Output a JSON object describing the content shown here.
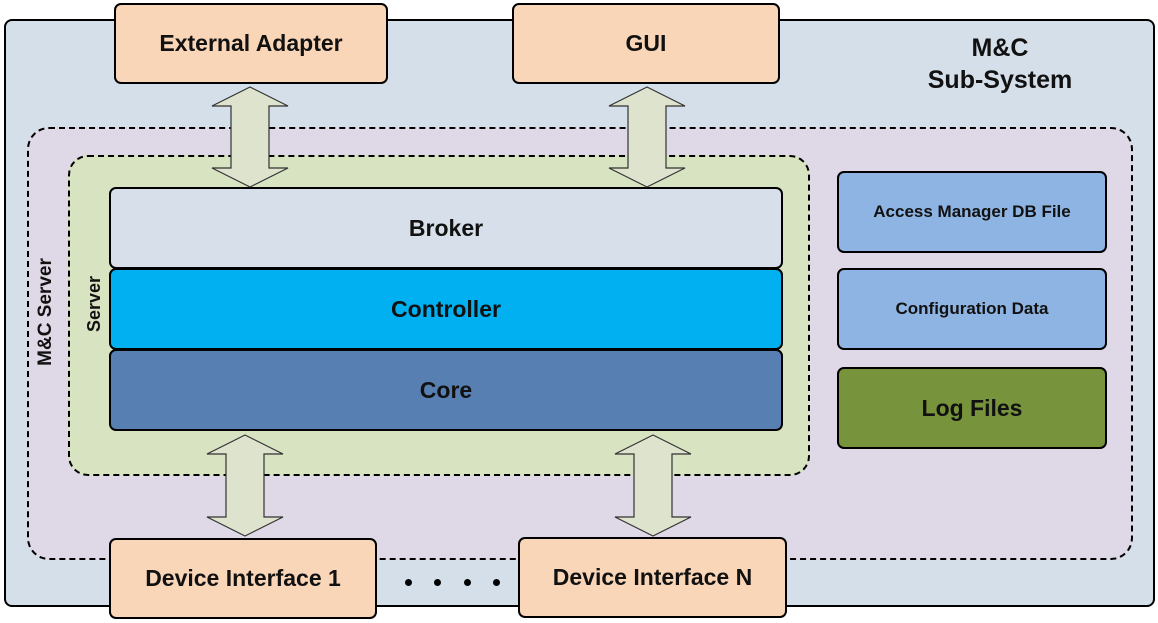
{
  "diagram": {
    "subsystem": {
      "title_line1": "M&C",
      "title_line2": "Sub-System",
      "fill": "#d5dfea"
    },
    "mc_server": {
      "label": "M&C Server",
      "fill": "#dfd8e6",
      "border": "dashed"
    },
    "server": {
      "label": "Server",
      "fill": "#d8e3c2",
      "border": "dashed"
    },
    "external_nodes": {
      "external_adapter": "External Adapter",
      "gui": "GUI",
      "device_interface_1": "Device Interface 1",
      "device_interface_n": "Device Interface N",
      "ellipsis": "...."
    },
    "layers": [
      {
        "label": "Broker",
        "fill": "#d6dfea"
      },
      {
        "label": "Controller",
        "fill": "#00b0f0"
      },
      {
        "label": "Core",
        "fill": "#577fb1"
      }
    ],
    "storage": [
      {
        "label": "Access Manager DB File",
        "fill": "#8eb4e3"
      },
      {
        "label": "Configuration Data",
        "fill": "#8eb4e3"
      },
      {
        "label": "Log Files",
        "fill": "#77933c"
      }
    ],
    "connections": [
      {
        "from": "External Adapter",
        "to": "Broker",
        "type": "bidirectional"
      },
      {
        "from": "GUI",
        "to": "Broker",
        "type": "bidirectional"
      },
      {
        "from": "Core",
        "to": "Device Interface 1",
        "type": "bidirectional"
      },
      {
        "from": "Core",
        "to": "Device Interface N",
        "type": "bidirectional"
      }
    ],
    "colors": {
      "external_node_fill": "#fad6b9",
      "arrow_fill": "#dde3cc",
      "stroke": "#000000"
    }
  }
}
